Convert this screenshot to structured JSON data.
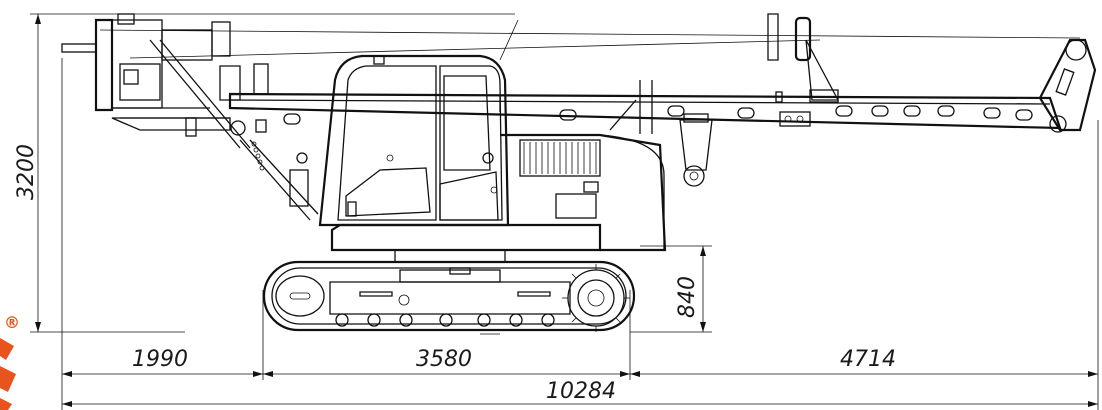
{
  "drawing": {
    "dimensions": {
      "height_total": "3200",
      "track_height": "840",
      "rear_overhang": "1990",
      "track_length": "3580",
      "front_overhang": "4714",
      "overall_length": "10284"
    },
    "logo": {
      "registered_mark": "®",
      "brand_color": "#e8541e"
    }
  }
}
